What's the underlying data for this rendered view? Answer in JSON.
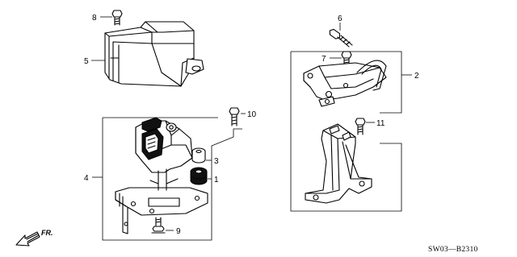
{
  "callouts": {
    "c1": "1",
    "c2": "2",
    "c3": "3",
    "c4": "4",
    "c5": "5",
    "c6": "6",
    "c7": "7",
    "c8": "8",
    "c9": "9",
    "c10": "10",
    "c11": "11"
  },
  "front_arrow_label": "FR.",
  "diagram_code": "SW03—B2310"
}
